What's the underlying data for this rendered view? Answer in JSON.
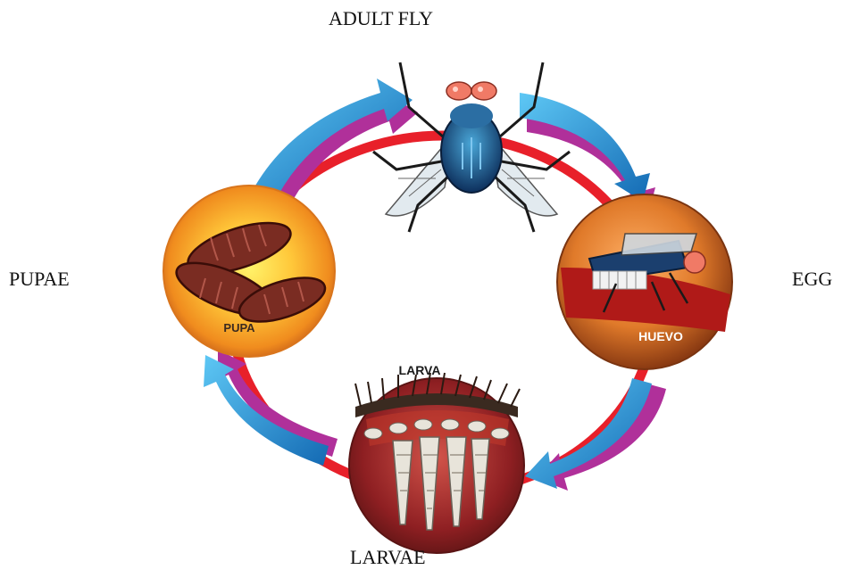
{
  "labels": {
    "adult": "ADULT FLY",
    "egg": "EGG",
    "larvae": "LARVAE",
    "pupae": "PUPAE"
  },
  "stages": {
    "egg_caption": "HUEVO",
    "larva_caption": "LARVA",
    "pupa_caption": "PUPA"
  },
  "colors": {
    "cycle_ring": "#e8202a",
    "arrow_blue": "#1f8fd6",
    "arrow_magenta": "#b0309a",
    "pupa_disk": "#f5a623",
    "egg_disk": "#c8451c",
    "larva_disk": "#9a2a1a"
  },
  "icons": [
    "fly-icon",
    "pupa-icon",
    "egg-fly-icon",
    "larva-icon"
  ]
}
